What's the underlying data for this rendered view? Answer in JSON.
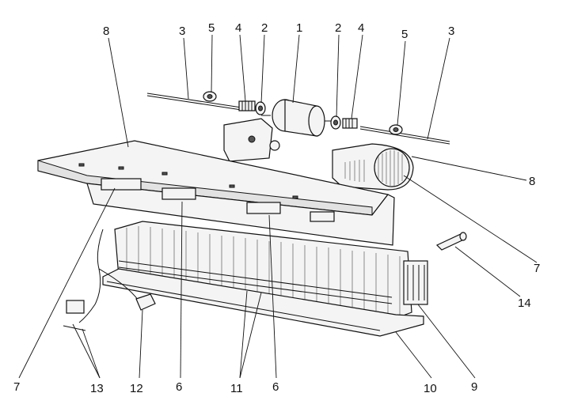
{
  "diagram": {
    "callouts": [
      {
        "id": "c8a",
        "label": "8"
      },
      {
        "id": "c3a",
        "label": "3"
      },
      {
        "id": "c5a",
        "label": "5"
      },
      {
        "id": "c4a",
        "label": "4"
      },
      {
        "id": "c2a",
        "label": "2"
      },
      {
        "id": "c1",
        "label": "1"
      },
      {
        "id": "c2b",
        "label": "2"
      },
      {
        "id": "c4b",
        "label": "4"
      },
      {
        "id": "c5b",
        "label": "5"
      },
      {
        "id": "c3b",
        "label": "3"
      },
      {
        "id": "c8b",
        "label": "8"
      },
      {
        "id": "c7b",
        "label": "7"
      },
      {
        "id": "c14",
        "label": "14"
      },
      {
        "id": "c9",
        "label": "9"
      },
      {
        "id": "c10",
        "label": "10"
      },
      {
        "id": "c6b",
        "label": "6"
      },
      {
        "id": "c11",
        "label": "11"
      },
      {
        "id": "c6a",
        "label": "6"
      },
      {
        "id": "c12",
        "label": "12"
      },
      {
        "id": "c13",
        "label": "13"
      },
      {
        "id": "c7a",
        "label": "7"
      }
    ]
  }
}
